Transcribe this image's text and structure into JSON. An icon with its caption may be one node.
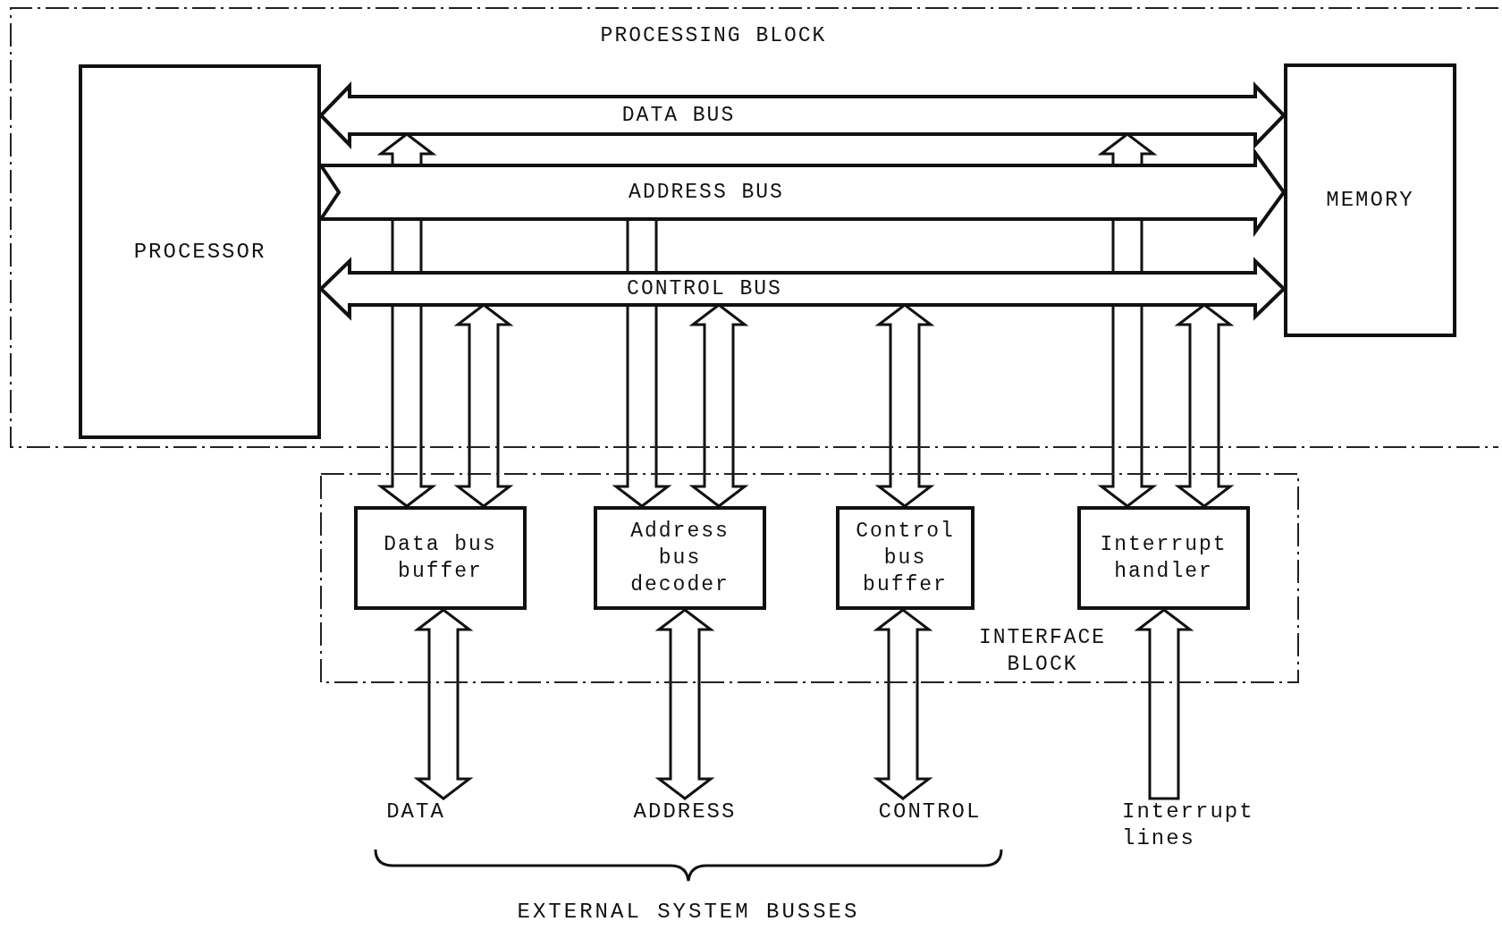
{
  "diagram": {
    "nodes": [
      {
        "text": [
          "PROCESSING BLOCK"
        ]
      },
      {
        "text": [
          "PROCESSOR"
        ],
        "in": 0
      },
      {
        "text": [
          "MEMORY"
        ],
        "in": 0
      },
      {
        "text": [
          "INTERFACE BLOCK"
        ]
      },
      {
        "text": [
          "Data bus buffer"
        ],
        "in": 3
      },
      {
        "text": [
          "Address bus decoder"
        ],
        "in": 3
      },
      {
        "text": [
          "Control bus buffer"
        ],
        "in": 3
      },
      {
        "text": [
          "Interrupt handler"
        ],
        "in": 3
      },
      {
        "text": [
          "DATA"
        ]
      },
      {
        "text": [
          "ADDRESS"
        ]
      },
      {
        "text": [
          "CONTROL"
        ]
      },
      {
        "text": [
          "Interrupt lines"
        ]
      }
    ],
    "edges": [
      {
        "from": 1,
        "to": 2,
        "arrow": "both",
        "label": "DATA BUS"
      },
      {
        "from": 1,
        "to": 2,
        "arrow": "to",
        "label": "ADDRESS BUS"
      },
      {
        "from": 1,
        "to": 2,
        "arrow": "both",
        "label": "CONTROL BUS"
      },
      {
        "from": null,
        "to": 4,
        "arrow": "both"
      },
      {
        "from": null,
        "to": 4,
        "arrow": "both"
      },
      {
        "from": null,
        "to": 5,
        "arrow": "to"
      },
      {
        "from": null,
        "to": 5,
        "arrow": "both"
      },
      {
        "from": null,
        "to": 6,
        "arrow": "both"
      },
      {
        "from": null,
        "to": 7,
        "arrow": "both"
      },
      {
        "from": null,
        "to": 7,
        "arrow": "both"
      },
      {
        "from": 4,
        "to": 8,
        "arrow": "both"
      },
      {
        "from": 5,
        "to": 9,
        "arrow": "both"
      },
      {
        "from": 6,
        "to": 10,
        "arrow": "both"
      },
      {
        "from": 11,
        "to": 7,
        "arrow": "to"
      }
    ],
    "labels": [
      "EXTERNAL SYSTEM BUSSES"
    ]
  }
}
